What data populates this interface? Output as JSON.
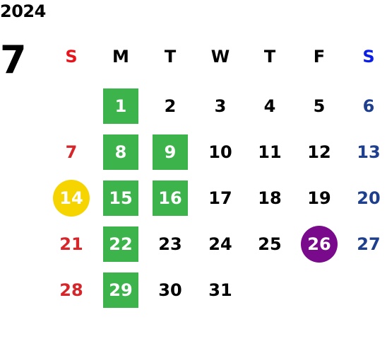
{
  "calendar": {
    "year": "2024",
    "month": "7",
    "weekdays": [
      "S",
      "M",
      "T",
      "W",
      "T",
      "F",
      "S"
    ],
    "colors": {
      "sunday_header": "#e8141c",
      "saturday_header": "#0a1ee6",
      "sunday_day": "#d6262a",
      "saturday_day": "#1d3f8e",
      "weekday": "#000000",
      "green": "#3cb44b",
      "yellow": "#f5d400",
      "purple": "#7a0a8c"
    },
    "weeks": [
      [
        "",
        "1",
        "2",
        "3",
        "4",
        "5",
        "6"
      ],
      [
        "7",
        "8",
        "9",
        "10",
        "11",
        "12",
        "13"
      ],
      [
        "14",
        "15",
        "16",
        "17",
        "18",
        "19",
        "20"
      ],
      [
        "21",
        "22",
        "23",
        "24",
        "25",
        "26",
        "27"
      ],
      [
        "28",
        "29",
        "30",
        "31",
        "",
        "",
        ""
      ]
    ],
    "highlights": {
      "green": [
        "1",
        "8",
        "9",
        "15",
        "16",
        "22",
        "29"
      ],
      "yellow": [
        "14"
      ],
      "purple": [
        "26"
      ]
    }
  }
}
